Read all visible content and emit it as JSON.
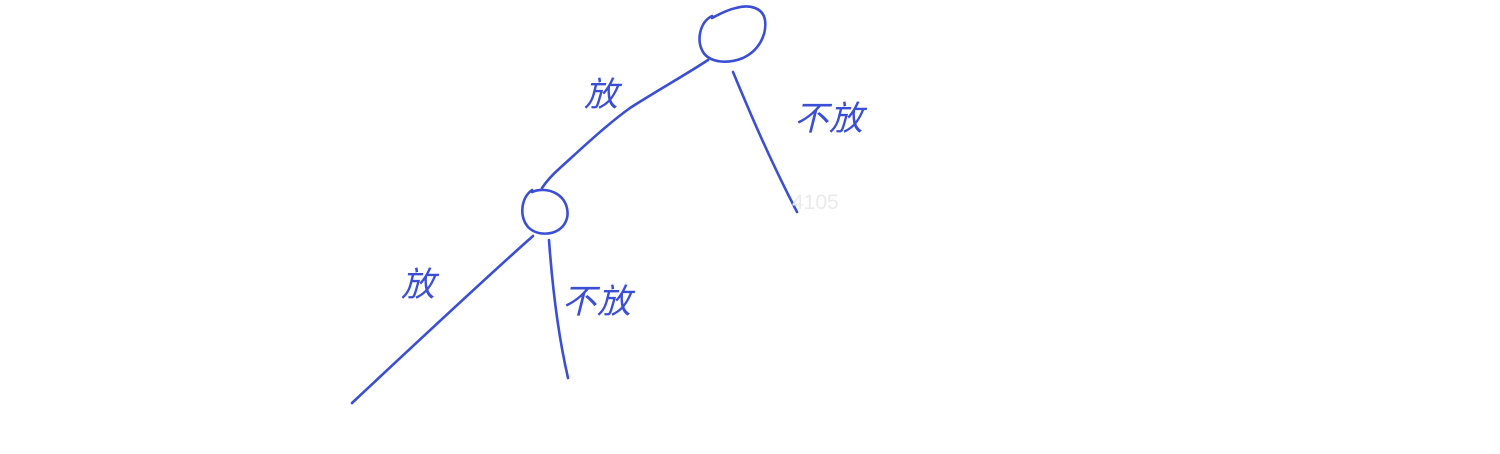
{
  "diagram": {
    "kind": "decision-tree-sketch",
    "ink_color": "#3a4fd6",
    "background_color": "#ffffff",
    "nodes": [
      {
        "id": "root"
      },
      {
        "id": "child"
      }
    ],
    "edges": [
      {
        "from": "root",
        "to": "child",
        "label": "放"
      },
      {
        "from": "root",
        "to": "leaf-right",
        "label": "不放"
      },
      {
        "from": "child",
        "to": "leaf-left",
        "label": "放"
      },
      {
        "from": "child",
        "to": "leaf-mid",
        "label": "不放"
      }
    ],
    "watermark": "4105"
  }
}
